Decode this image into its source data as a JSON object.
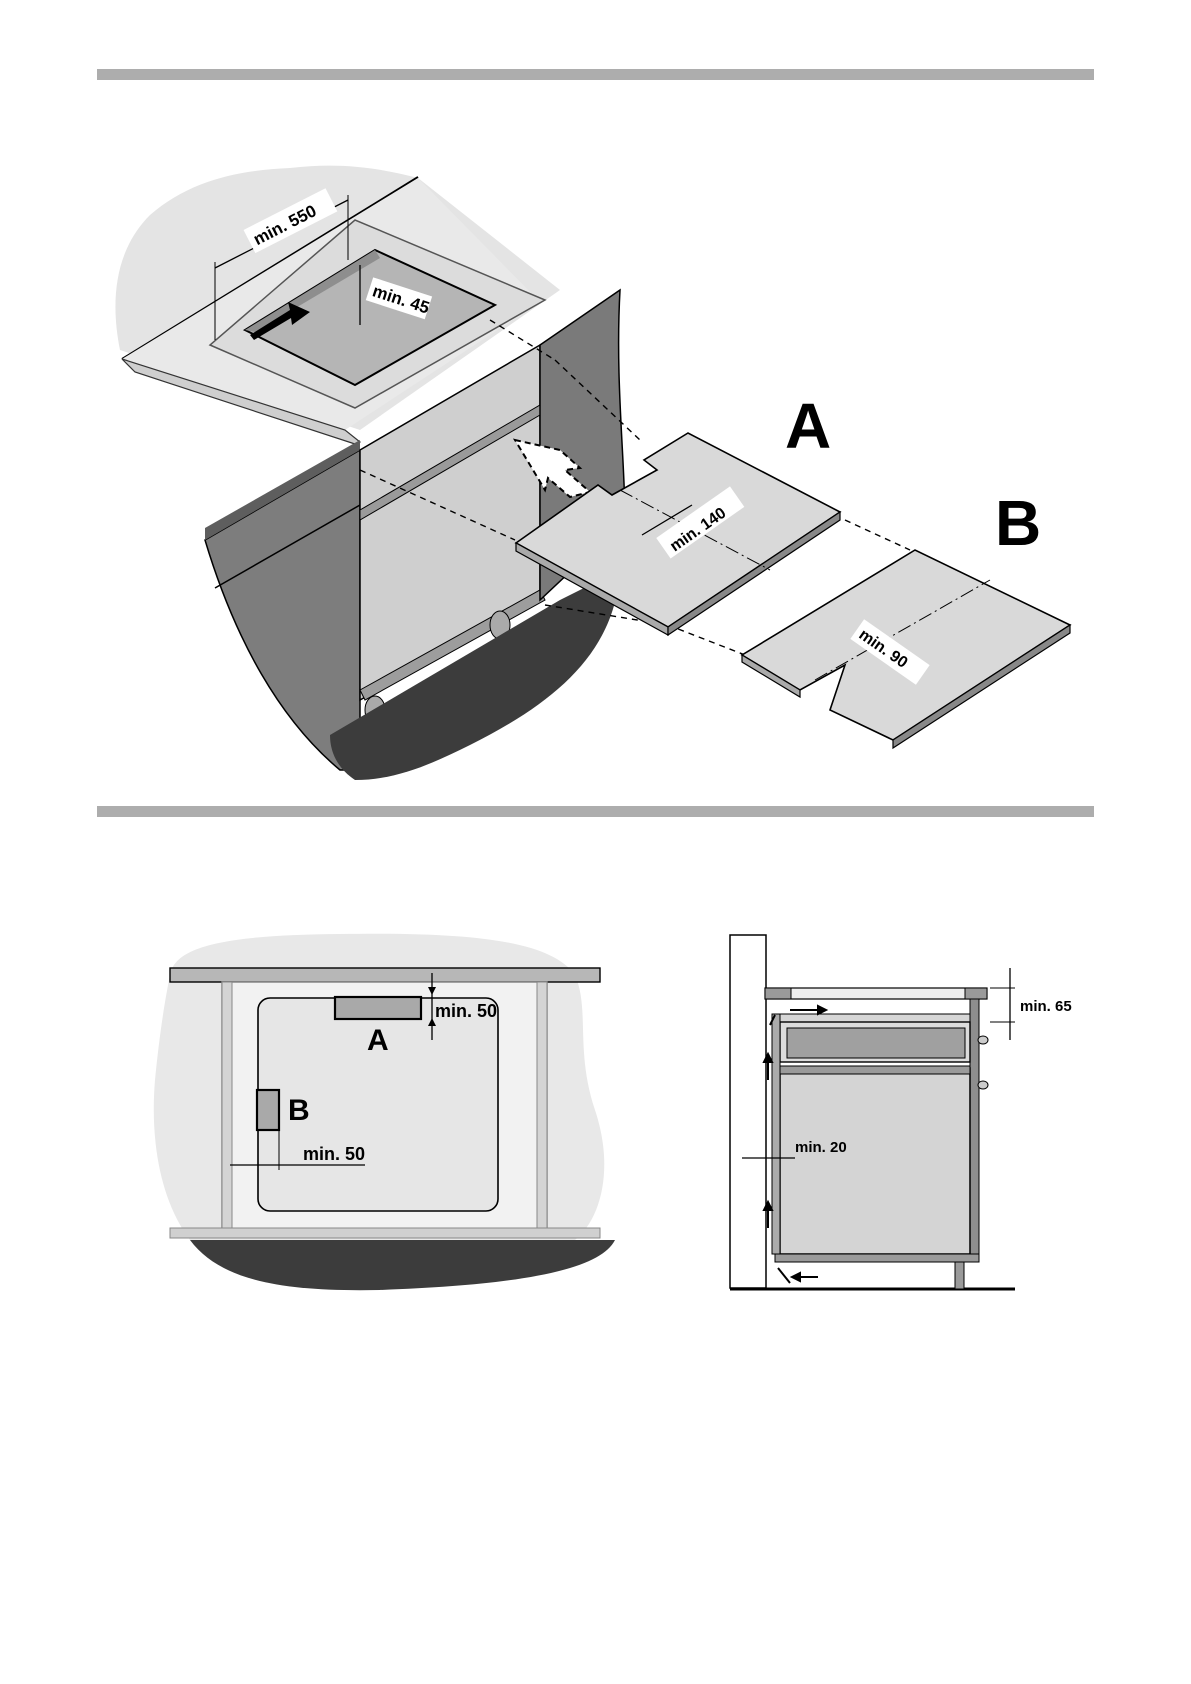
{
  "figure1": {
    "label_a": "A",
    "label_b": "B",
    "dim_width": "min. 550",
    "dim_depth": "min. 45",
    "dim_cutout_a": "min. 140",
    "dim_cutout_b": "min. 90"
  },
  "figure2": {
    "label_a": "A",
    "label_b": "B",
    "dim_top": "min. 50",
    "dim_side": "min. 50"
  },
  "figure3": {
    "dim_top_gap": "min. 65",
    "dim_wall_gap": "min. 20"
  },
  "colors": {
    "rule": "#adadad",
    "panel_dark": "#7b7b7b",
    "panel_mid": "#a8a8a8",
    "panel_light": "#d6d6d6",
    "panel_pale": "#ececec"
  }
}
